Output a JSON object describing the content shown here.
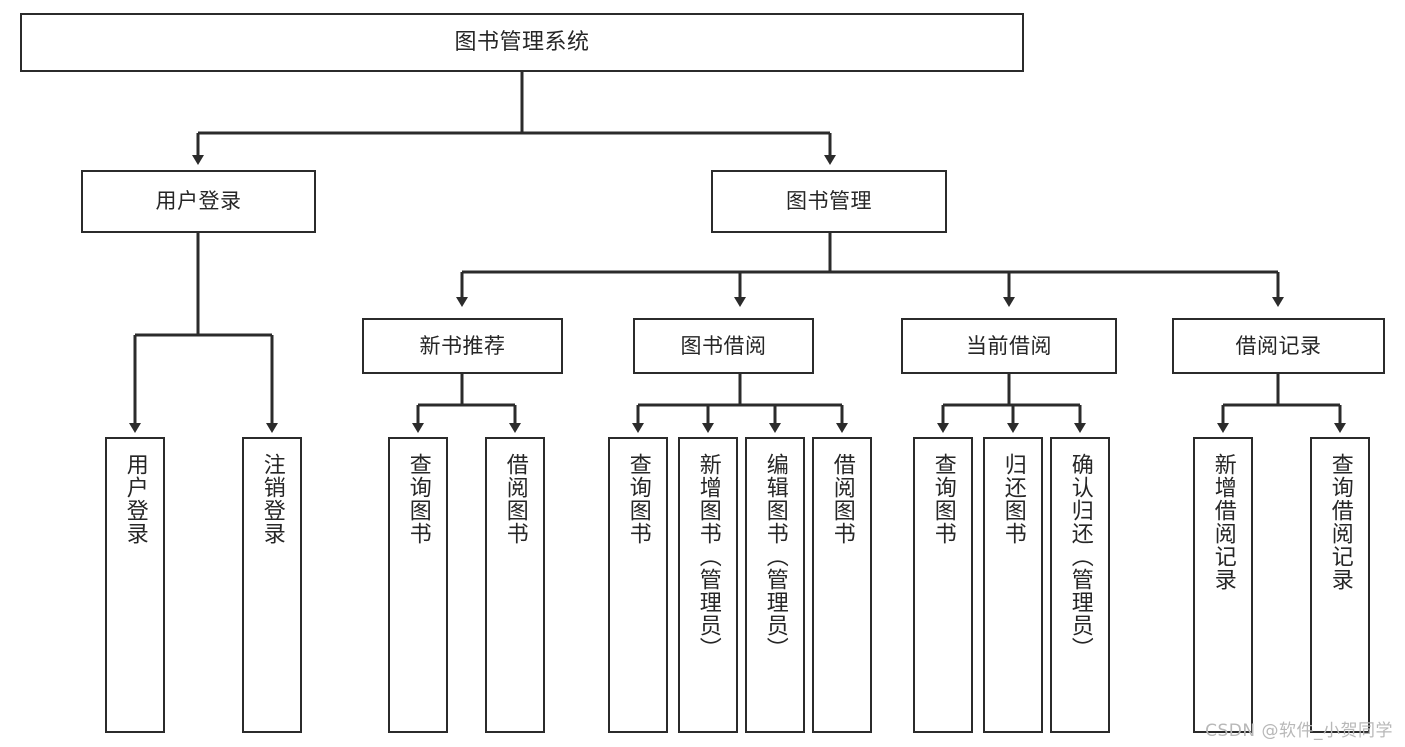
{
  "diagram": {
    "title": "图书管理系统",
    "type": "hierarchy-tree",
    "watermark": "CSDN @软件_小贺同学",
    "colors": {
      "border": "#2b2b2b",
      "text": "#262626",
      "background": "#ffffff",
      "watermark": "#b8b8b8"
    },
    "root": {
      "label": "图书管理系统"
    },
    "level1": [
      {
        "label": "用户登录"
      },
      {
        "label": "图书管理"
      }
    ],
    "level2": [
      {
        "label": "新书推荐"
      },
      {
        "label": "图书借阅"
      },
      {
        "label": "当前借阅"
      },
      {
        "label": "借阅记录"
      }
    ],
    "leaves": {
      "user_login": [
        {
          "label": "用户登录"
        },
        {
          "label": "注销登录"
        }
      ],
      "new_book_recommend": [
        {
          "label": "查询图书"
        },
        {
          "label": "借阅图书"
        }
      ],
      "book_borrow": [
        {
          "label": "查询图书"
        },
        {
          "label": "新增图书（管理员）"
        },
        {
          "label": "编辑图书（管理员）"
        },
        {
          "label": "借阅图书"
        }
      ],
      "current_borrow": [
        {
          "label": "查询图书"
        },
        {
          "label": "归还图书"
        },
        {
          "label": "确认归还（管理员）"
        }
      ],
      "borrow_record": [
        {
          "label": "新增借阅记录"
        },
        {
          "label": "查询借阅记录"
        }
      ]
    }
  }
}
